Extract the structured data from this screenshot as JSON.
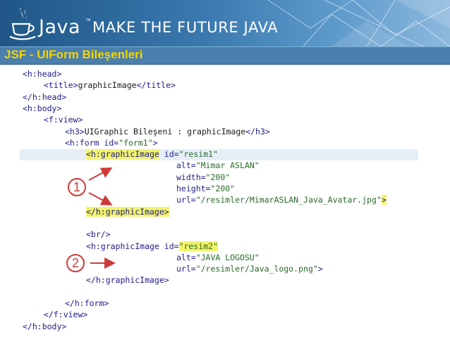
{
  "header": {
    "java_word": "Java",
    "tm": "™",
    "slogan": "MAKE THE FUTURE JAVA",
    "slide_title": "JSF - UIForm Bileşenleri"
  },
  "code_lines": [
    {
      "indent": 0,
      "tag": "<h:head>"
    },
    {
      "indent": 1,
      "tag": "<title>",
      "text": "graphicImage",
      "tag_end": "</title>"
    },
    {
      "indent": 0,
      "tag": "</h:head>"
    },
    {
      "indent": 0,
      "tag": "<h:body>"
    },
    {
      "indent": 1,
      "tag": "<f:view>"
    },
    {
      "indent": 2,
      "tag": "<h3>",
      "text": "UIGraphic Bileşeni : graphicImage",
      "tag_end": "</h3>"
    },
    {
      "indent": 2,
      "tag": "<h:form",
      "attr": "id=",
      "val": "\"form1\"",
      "tag_end": ">"
    },
    {
      "indent": 3,
      "tag": "<h:graphicImage",
      "attr": "id=",
      "val": "\"resim1\""
    },
    {
      "indent": 3,
      "cont": true,
      "attr": "alt=",
      "val": "\"Mimar ASLAN\""
    },
    {
      "indent": 3,
      "cont": true,
      "attr": "width=",
      "val": "\"200\""
    },
    {
      "indent": 3,
      "cont": true,
      "attr": "height=",
      "val": "\"200\""
    },
    {
      "indent": 3,
      "cont": true,
      "attr": "url=",
      "val": "\"/resimler/MimarASLAN_Java_Avatar.jpg\"",
      "tag_end": ">"
    },
    {
      "indent": 3,
      "tag": "</h:graphicImage>"
    },
    {
      "indent": 0,
      "blank": true
    },
    {
      "indent": 3,
      "tag": "<br/>"
    },
    {
      "indent": 3,
      "tag": "<h:graphicImage",
      "attr": "id=",
      "val": "\"resim2\""
    },
    {
      "indent": 3,
      "cont": true,
      "attr": "alt=",
      "val": "\"JAVA LOGOSU\""
    },
    {
      "indent": 3,
      "cont": true,
      "attr": "url=",
      "val": "\"/resimler/Java_logo.png\"",
      "tag_end": ">"
    },
    {
      "indent": 3,
      "tag": "</h:graphicImage>"
    },
    {
      "indent": 0,
      "blank": true
    },
    {
      "indent": 2,
      "tag": "</h:form>"
    },
    {
      "indent": 1,
      "tag": "</f:view>"
    },
    {
      "indent": 0,
      "tag": "</h:body>"
    }
  ],
  "badges": {
    "one": "1",
    "two": "2"
  },
  "colors": {
    "banner": "#2f6ca1",
    "title_text": "#f5d400",
    "highlight": "#f3f36a",
    "annotation": "#d03a3a"
  }
}
